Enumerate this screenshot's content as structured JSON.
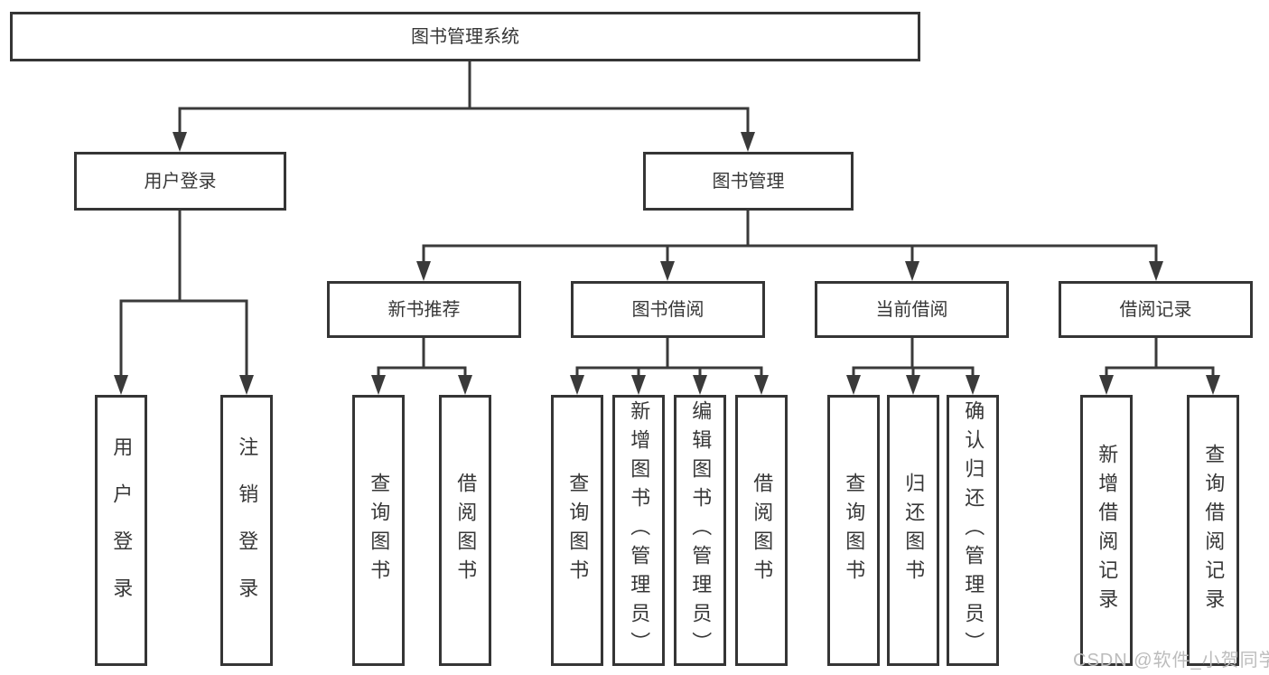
{
  "diagram": {
    "root": {
      "label": "图书管理系统"
    },
    "branches": [
      {
        "label": "用户登录",
        "children": [
          {
            "label": "用户登录"
          },
          {
            "label": "注销登录"
          }
        ]
      },
      {
        "label": "图书管理",
        "children": [
          {
            "label": "新书推荐",
            "children": [
              {
                "label": "查询图书"
              },
              {
                "label": "借阅图书"
              }
            ]
          },
          {
            "label": "图书借阅",
            "children": [
              {
                "label": "查询图书"
              },
              {
                "label": "新增图书（管理员）"
              },
              {
                "label": "编辑图书（管理员）"
              },
              {
                "label": "借阅图书"
              }
            ]
          },
          {
            "label": "当前借阅",
            "children": [
              {
                "label": "查询图书"
              },
              {
                "label": "归还图书"
              },
              {
                "label": "确认归还（管理员）"
              }
            ]
          },
          {
            "label": "借阅记录",
            "children": [
              {
                "label": "新增借阅记录"
              },
              {
                "label": "查询借阅记录"
              }
            ]
          }
        ]
      }
    ],
    "watermark": "CSDN @软件_小贺同学",
    "colors": {
      "line": "#3a3a3a",
      "box_border": "#353535",
      "text": "#373737",
      "watermark": "#bcbcbc",
      "background": "#ffffff"
    }
  }
}
